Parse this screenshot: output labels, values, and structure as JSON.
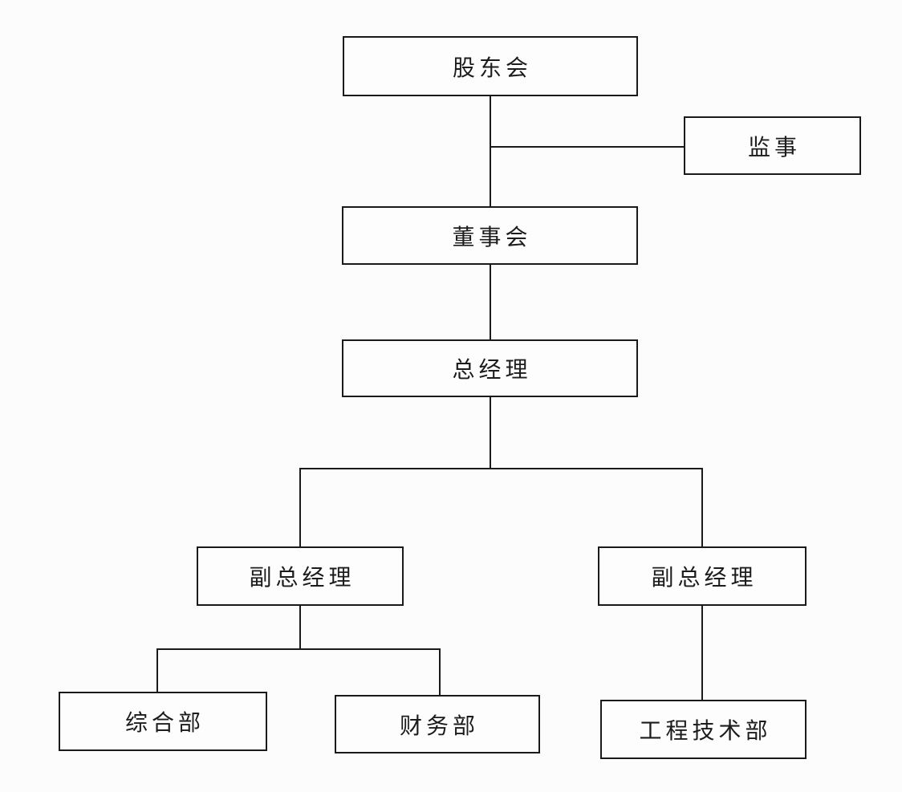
{
  "diagram": {
    "type": "org-chart",
    "nodes": {
      "shareholders": {
        "label": "股东会"
      },
      "supervisor": {
        "label": "监事"
      },
      "board": {
        "label": "董事会"
      },
      "general_manager": {
        "label": "总经理"
      },
      "deputy_gm_left": {
        "label": "副总经理"
      },
      "deputy_gm_right": {
        "label": "副总经理"
      },
      "general_dept": {
        "label": "综合部"
      },
      "finance_dept": {
        "label": "财务部"
      },
      "engineering_dept": {
        "label": "工程技术部"
      }
    },
    "edges": [
      {
        "from": "shareholders",
        "to": "supervisor"
      },
      {
        "from": "shareholders",
        "to": "board"
      },
      {
        "from": "board",
        "to": "general_manager"
      },
      {
        "from": "general_manager",
        "to": "deputy_gm_left"
      },
      {
        "from": "general_manager",
        "to": "deputy_gm_right"
      },
      {
        "from": "deputy_gm_left",
        "to": "general_dept"
      },
      {
        "from": "deputy_gm_left",
        "to": "finance_dept"
      },
      {
        "from": "deputy_gm_right",
        "to": "engineering_dept"
      }
    ],
    "colors": {
      "background": "#fcfcfc",
      "box_fill": "#fdfdfd",
      "box_border": "#1a1a1a",
      "line": "#1a1a1a",
      "text": "#1c1c1c"
    }
  }
}
